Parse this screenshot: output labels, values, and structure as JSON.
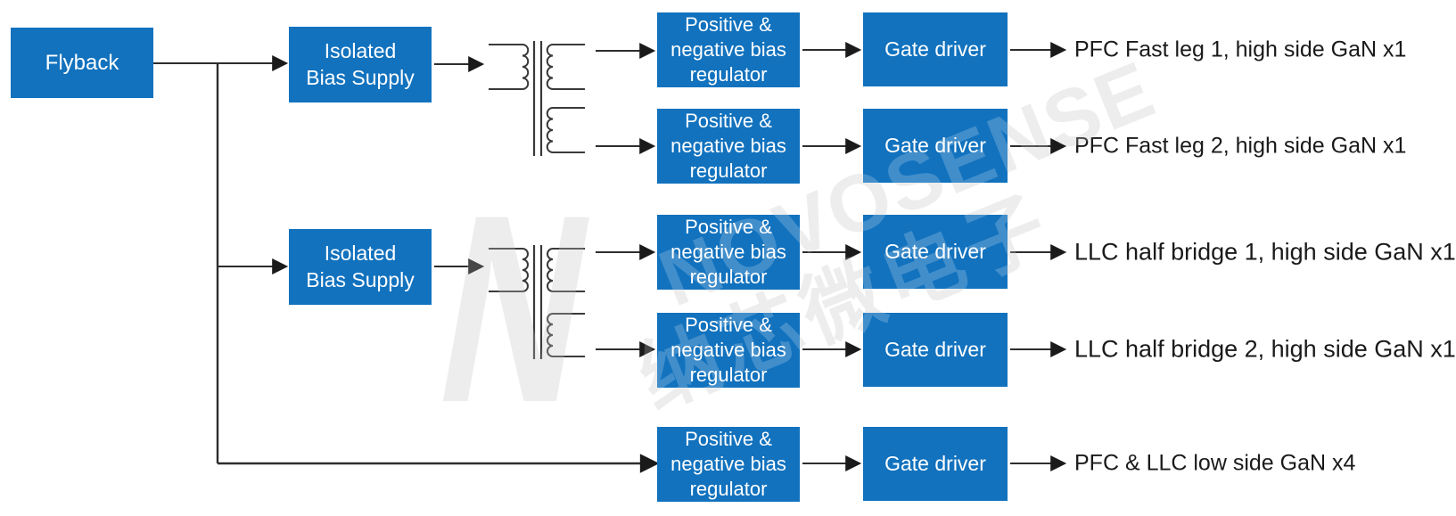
{
  "diagram": {
    "title_none": "",
    "source_block": {
      "label": "Flyback"
    },
    "bias_supply": {
      "line1": "Isolated",
      "line2": "Bias Supply"
    },
    "rows": [
      {
        "regulator_lines": [
          "Positive &",
          "negative bias",
          "regulator"
        ],
        "gate_driver": "Gate driver",
        "output": "PFC Fast leg 1, high side GaN x1"
      },
      {
        "regulator_lines": [
          "Positive &",
          "negative bias",
          "regulator"
        ],
        "gate_driver": "Gate driver",
        "output": "PFC Fast leg 2, high side GaN x1"
      },
      {
        "regulator_lines": [
          "Positive &",
          "negative bias",
          "regulator"
        ],
        "gate_driver": "Gate driver",
        "output": "LLC half bridge 1, high side GaN x1"
      },
      {
        "regulator_lines": [
          "Positive &",
          "negative bias",
          "regulator"
        ],
        "gate_driver": "Gate driver",
        "output": "LLC half bridge 2, high side GaN x1"
      },
      {
        "regulator_lines": [
          "Positive &",
          "negative bias",
          "regulator"
        ],
        "gate_driver": "Gate driver",
        "output": "PFC & LLC low side GaN x4"
      }
    ],
    "watermark": {
      "logo_letter": "N",
      "brand": "NOVOSENSE",
      "brand_cn": "纳芯微电子"
    },
    "colors": {
      "block_fill": "#1272BE",
      "block_text": "#FFFFFF",
      "connector": "#2D2D2D",
      "label_text": "#1A1A1A",
      "watermark_gray": "#E9E9E9"
    }
  }
}
